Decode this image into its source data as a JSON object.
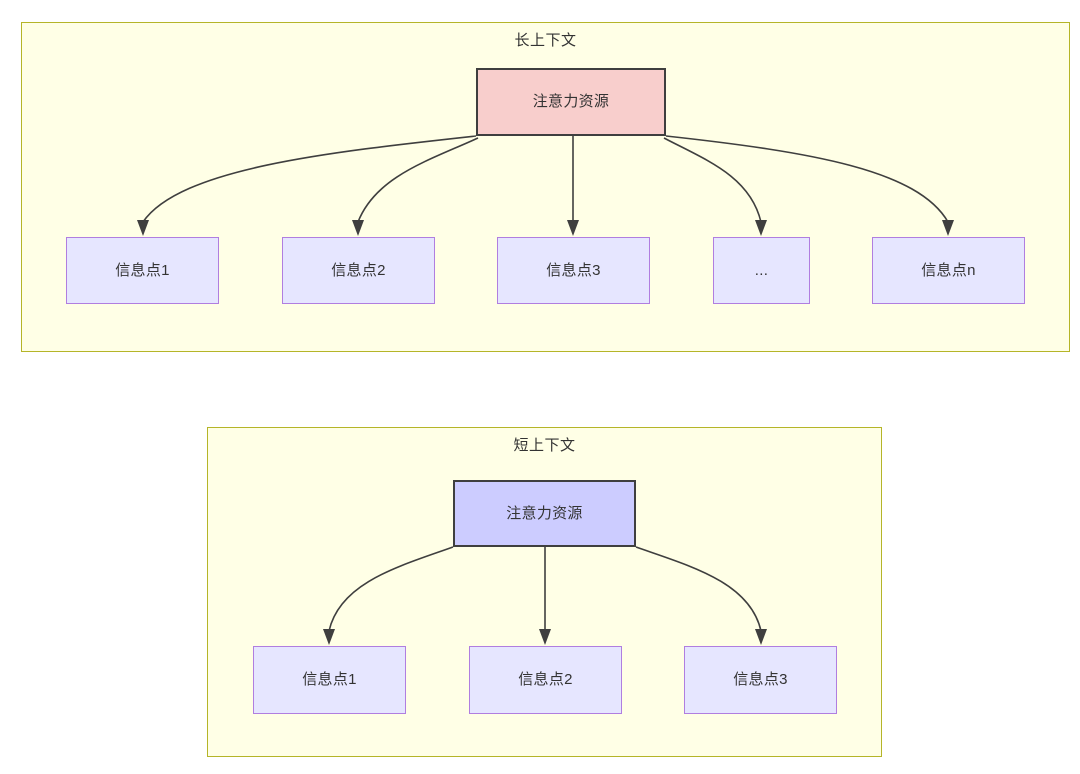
{
  "diagram": {
    "type": "flowchart",
    "title": "",
    "colors": {
      "group_fill": "#ffffe6",
      "group_border": "#b5b528",
      "root_long_fill": "#f8cecc",
      "root_short_fill": "#ccccff",
      "root_border": "#3f3f3f",
      "leaf_fill": "#e6e6ff",
      "leaf_border": "#b07ee0",
      "edge": "#3f3f3f",
      "text": "#333333"
    }
  },
  "groups": [
    {
      "id": "long",
      "title": "长上下文",
      "root": {
        "label": "注意力资源",
        "style": "root-pink"
      },
      "leaves": [
        {
          "label": "信息点1"
        },
        {
          "label": "信息点2"
        },
        {
          "label": "信息点3"
        },
        {
          "label": "..."
        },
        {
          "label": "信息点n"
        }
      ]
    },
    {
      "id": "short",
      "title": "短上下文",
      "root": {
        "label": "注意力资源",
        "style": "root-blue"
      },
      "leaves": [
        {
          "label": "信息点1"
        },
        {
          "label": "信息点2"
        },
        {
          "label": "信息点3"
        }
      ]
    }
  ]
}
